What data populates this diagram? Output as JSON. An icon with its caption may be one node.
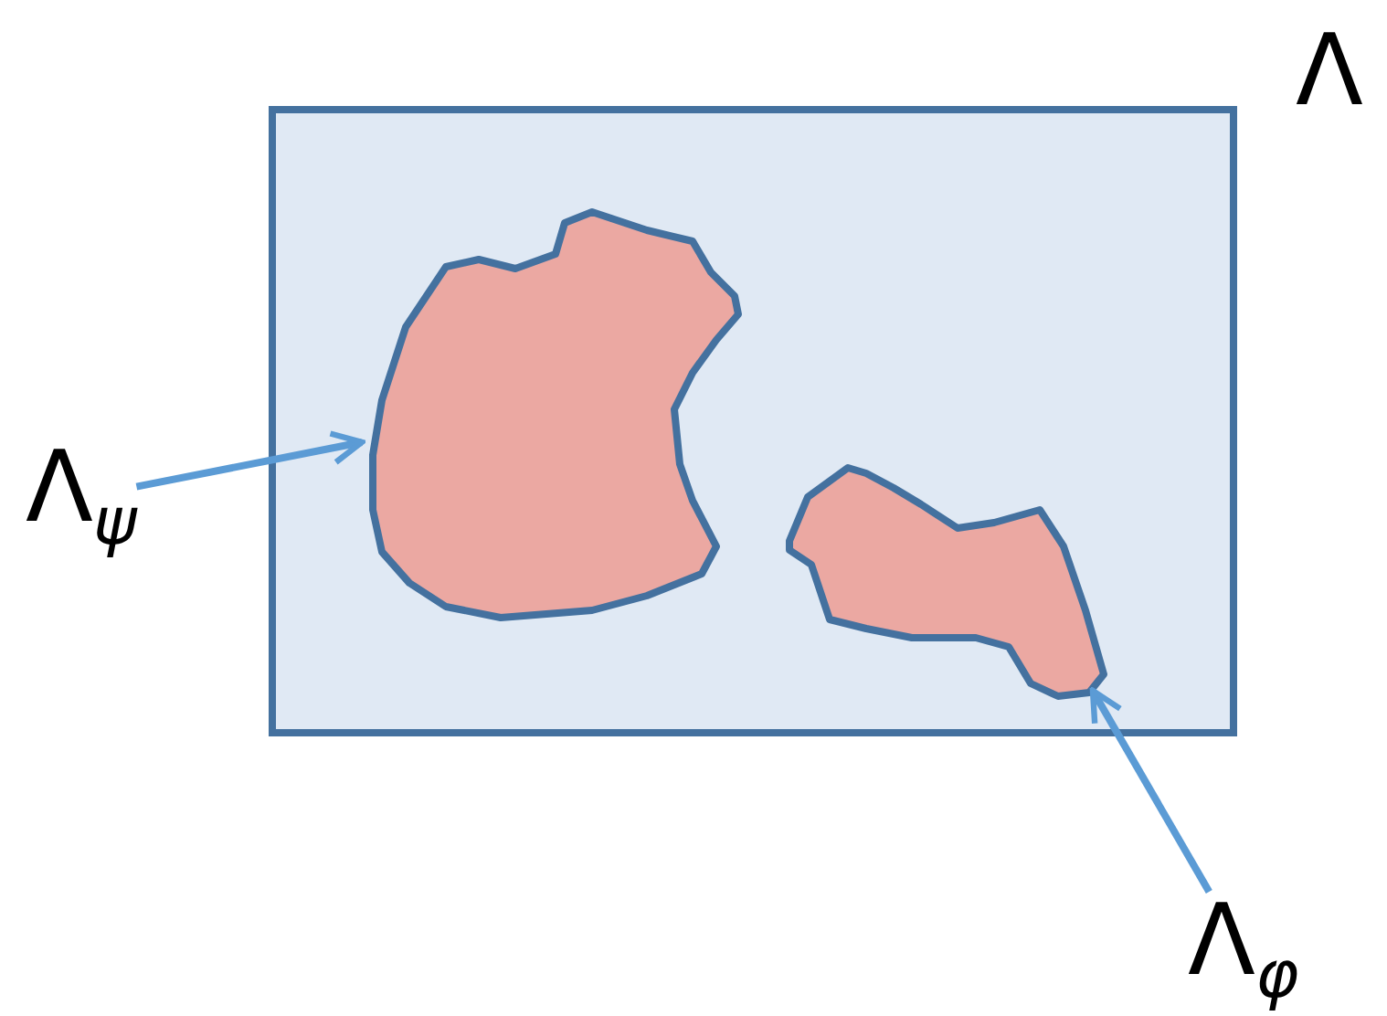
{
  "diagram": {
    "nodes": [
      {
        "text": [
          "Λ"
        ]
      },
      {
        "text": [],
        "shape": "blob",
        "in": 0
      },
      {
        "text": [],
        "shape": "blob",
        "in": 0
      },
      {
        "text": [
          "Λ$_{ψ}$"
        ]
      },
      {
        "text": [
          "Λ$_{φ}$"
        ]
      }
    ],
    "edges": [
      {
        "from": 3,
        "to": 1,
        "arrow": "to"
      },
      {
        "from": 4,
        "to": 2,
        "arrow": "to"
      }
    ]
  }
}
